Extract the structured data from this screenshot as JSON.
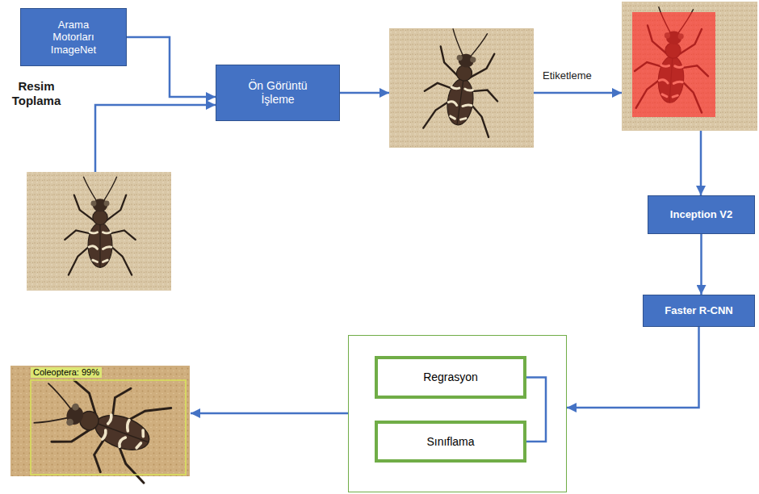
{
  "diagram": {
    "nodes": [
      {
        "text": [
          "Arama Motorları ImageNet"
        ]
      },
      {
        "text": [
          "Ön Görüntü İşleme"
        ]
      },
      {
        "text": [
          "Inception V2"
        ]
      },
      {
        "text": [
          "Faster R-CNN"
        ]
      },
      {
        "text": []
      },
      {
        "text": [
          "Regrasyon"
        ],
        "in": 4
      },
      {
        "text": [
          "Sınıflama"
        ],
        "in": 4
      }
    ],
    "edges": [
      {
        "from": 0,
        "to": 1,
        "arrow": "to"
      },
      {
        "from": 2,
        "to": 3,
        "arrow": "to"
      },
      {
        "from": 3,
        "to": 4,
        "arrow": "to"
      },
      {
        "from": 5,
        "to": 6,
        "arrow": "none"
      }
    ],
    "labels": [
      "Resim Toplama",
      "Etiketleme",
      "Coleoptera: 99%"
    ]
  }
}
